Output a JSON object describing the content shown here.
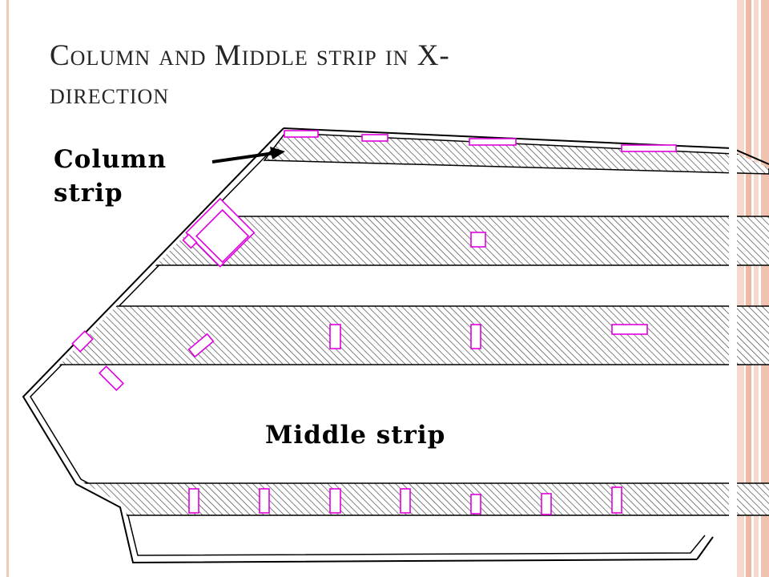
{
  "title": {
    "line1": "Column and Middle strip in X-",
    "line2": "direction"
  },
  "labels": {
    "column_strip_line1": "Column",
    "column_strip_line2": "strip",
    "middle_strip": "Middle strip"
  },
  "colors": {
    "accent_bar_light": "#f6d9cc",
    "accent_bar_strong": "#f0b9a4",
    "hatch": "#4a4a4a",
    "opening_outline": "#e000e0",
    "slab_outline": "#000000"
  }
}
